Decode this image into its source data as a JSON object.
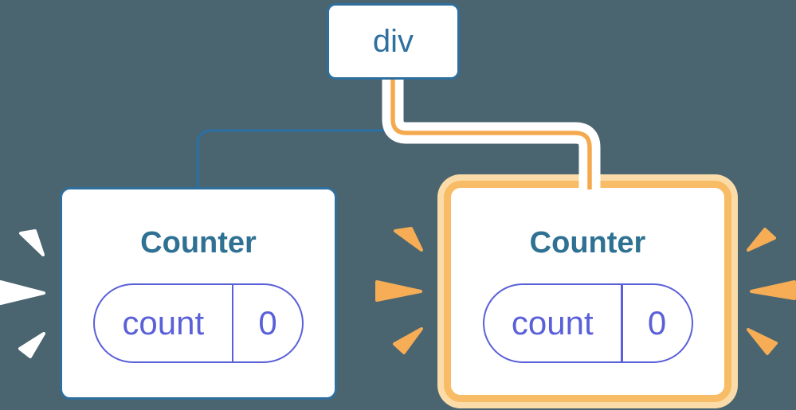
{
  "diagram": {
    "root": {
      "label": "div"
    },
    "children": [
      {
        "title": "Counter",
        "state_key": "count",
        "state_value": "0",
        "highlighted": false
      },
      {
        "title": "Counter",
        "state_key": "count",
        "state_value": "0",
        "highlighted": true
      }
    ]
  },
  "colors": {
    "background": "#4B6570",
    "node_border_blue": "#2E6F9E",
    "node_text_blue": "#2F709F",
    "title_teal": "#2E7192",
    "state_purple": "#5A60D8",
    "connector_orange": "#F5A94F",
    "highlight_ring": "#F8BC66",
    "highlight_halo": "#FBDCA9",
    "spark_orange": "#F6AD55",
    "spark_white": "#FFFFFF"
  }
}
